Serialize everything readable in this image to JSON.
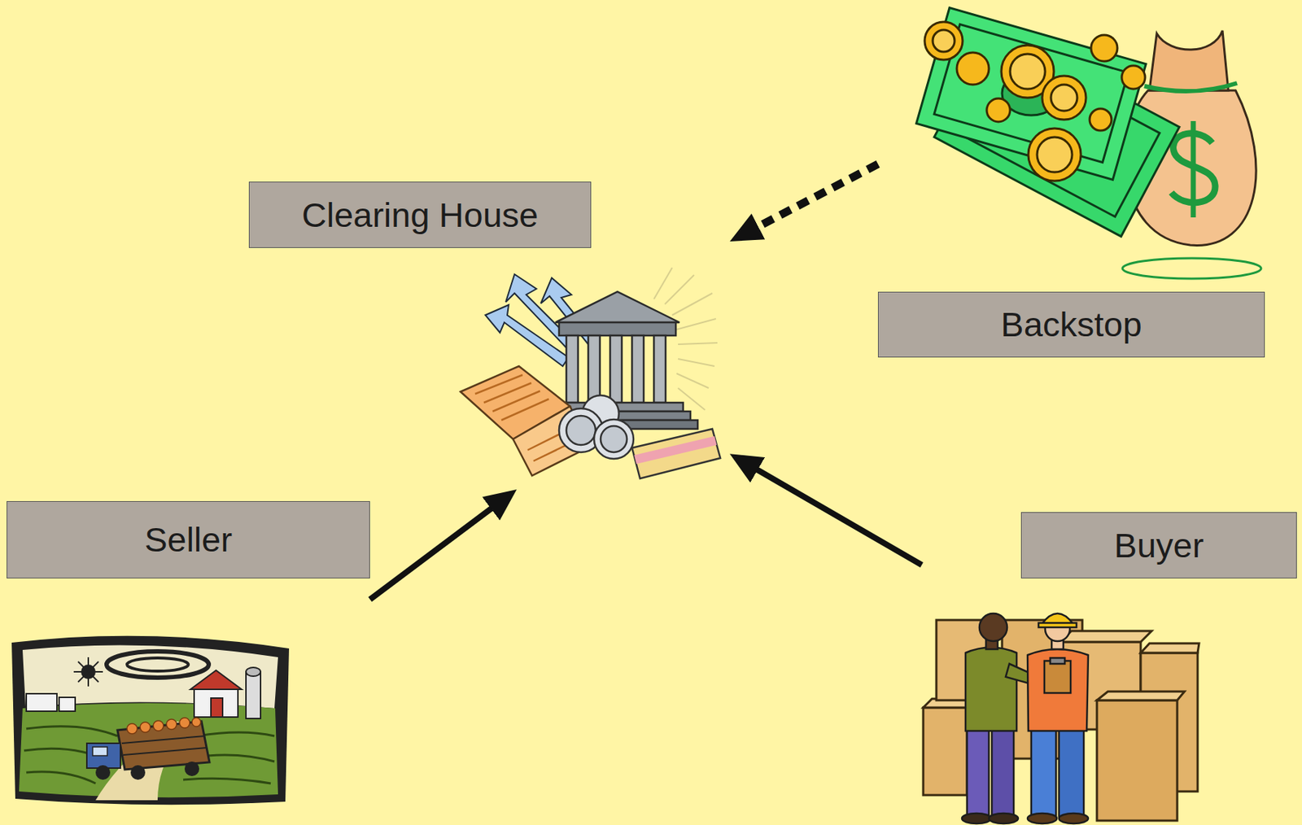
{
  "diagram": {
    "nodes": [
      {
        "text": [
          "Clearing House"
        ]
      },
      {
        "text": [
          "Backstop"
        ]
      },
      {
        "text": [
          "Seller"
        ]
      },
      {
        "text": [
          "Buyer"
        ]
      }
    ],
    "edges": [
      {
        "from": 1,
        "to": 0,
        "arrow": "to"
      },
      {
        "from": 2,
        "to": 0,
        "arrow": "to"
      },
      {
        "from": 3,
        "to": 0,
        "arrow": "to"
      }
    ]
  }
}
